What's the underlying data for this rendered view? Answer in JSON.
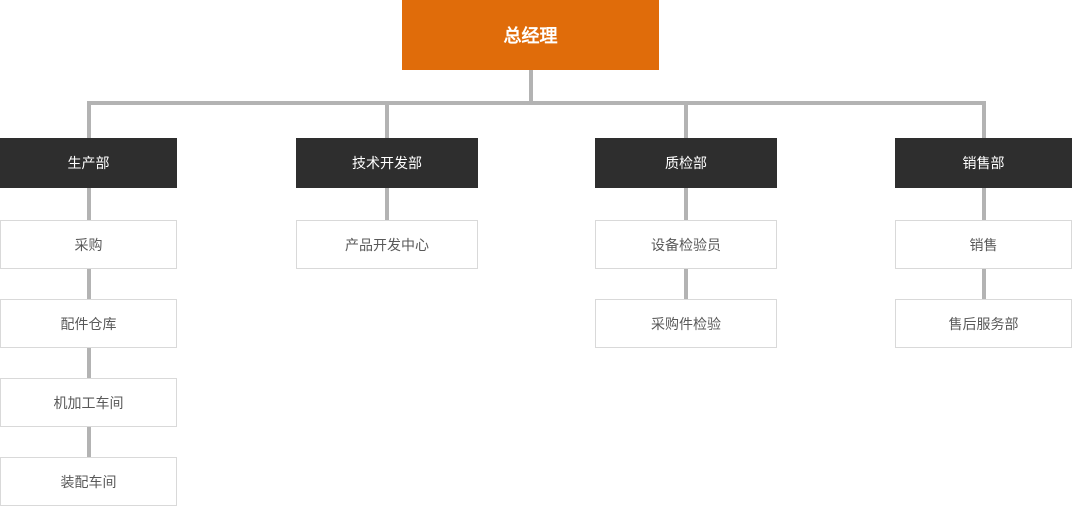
{
  "org_chart": {
    "title": "organization-structure",
    "root": {
      "label": "总经理"
    },
    "departments": [
      {
        "label": "生产部",
        "children": [
          "采购",
          "配件仓库",
          "机加工车间",
          "装配车间"
        ]
      },
      {
        "label": "技术开发部",
        "children": [
          "产品开发中心"
        ]
      },
      {
        "label": "质检部",
        "children": [
          "设备检验员",
          "采购件检验"
        ]
      },
      {
        "label": "销售部",
        "children": [
          "销售",
          "售后服务部"
        ]
      }
    ],
    "colors": {
      "background": "#ffffff",
      "root_bg": "#e06c0a",
      "root_text": "#ffffff",
      "dept_bg": "#2e2e2e",
      "dept_text": "#ffffff",
      "leaf_bg": "#ffffff",
      "leaf_border": "#d9d9d9",
      "leaf_text": "#595959",
      "connector": "#b3b3b3"
    }
  }
}
